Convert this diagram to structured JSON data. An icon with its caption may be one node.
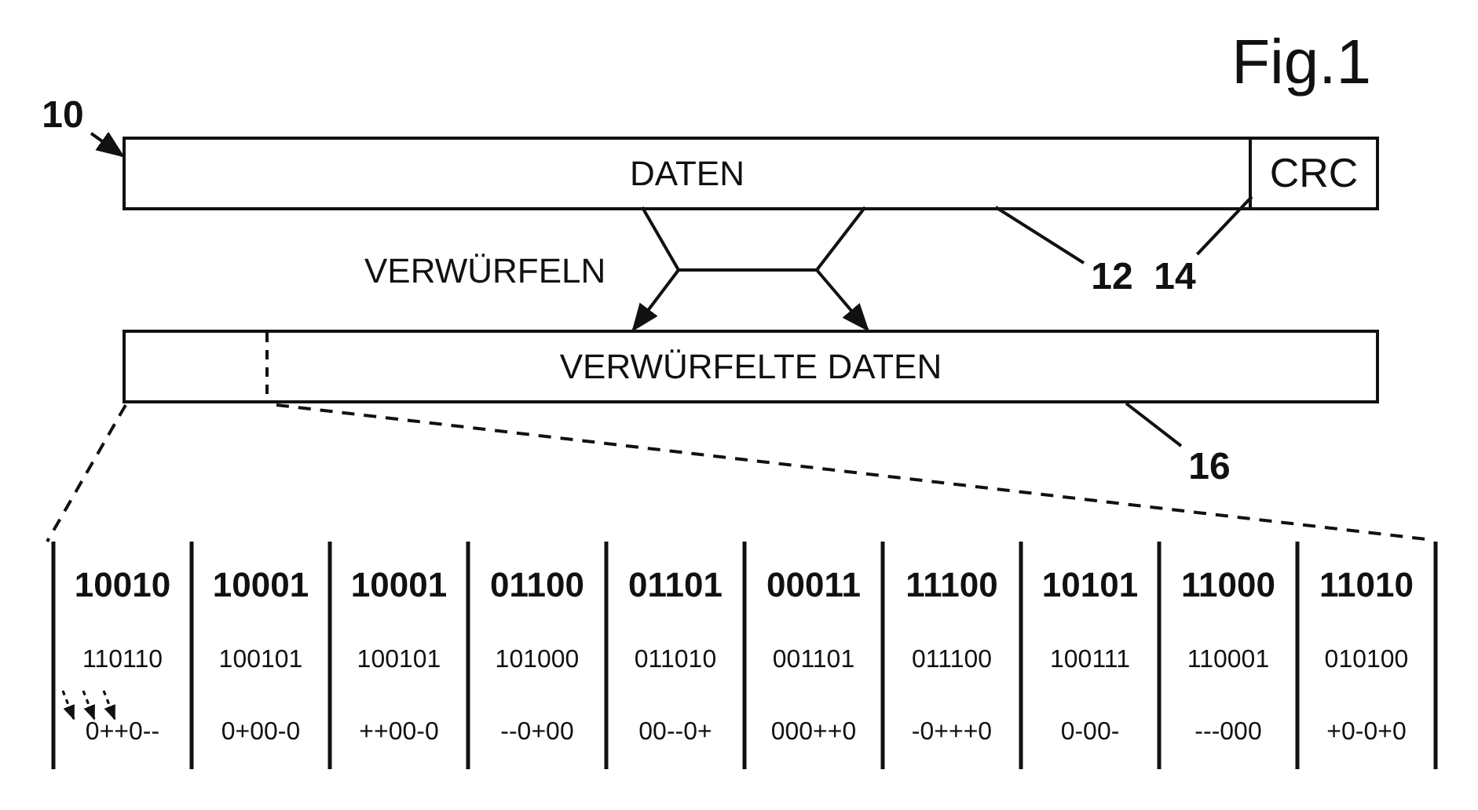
{
  "diagram": {
    "title": "Fig.1",
    "nodes": [
      {
        "text": [
          "10"
        ]
      },
      {
        "text": [],
        "shape": "box"
      },
      {
        "text": [
          "DATEN"
        ],
        "in": 1
      },
      {
        "text": [
          "CRC"
        ],
        "in": 1
      },
      {
        "text": [
          "12"
        ]
      },
      {
        "text": [
          "14"
        ]
      },
      {
        "text": [
          "VERWÜRFELTE DATEN"
        ]
      },
      {
        "text": [
          "16"
        ]
      }
    ],
    "edges": [
      {
        "from": 0,
        "to": 1,
        "arrow": "to"
      },
      {
        "from": 4,
        "to": 2,
        "arrow": "none"
      },
      {
        "from": 5,
        "to": 3,
        "arrow": "none"
      },
      {
        "from": 2,
        "to": 6,
        "arrow": "to",
        "label": "VERWÜRFELN"
      },
      {
        "from": 2,
        "to": 6,
        "arrow": "to"
      },
      {
        "from": 7,
        "to": 6,
        "arrow": "none"
      }
    ],
    "labels": [
      "10010",
      "10001",
      "10001",
      "01100",
      "01101",
      "00011",
      "11100",
      "10101",
      "11000",
      "11010",
      "110110",
      "100101",
      "100101",
      "101000",
      "011010",
      "001101",
      "011100",
      "100111",
      "110001",
      "010100",
      "0++0--",
      "0+00-0",
      "++00-0",
      "--0+00",
      "00--0+",
      "000++0",
      "-0+++0",
      "0-00-",
      "---000",
      "+0-0+0"
    ]
  }
}
